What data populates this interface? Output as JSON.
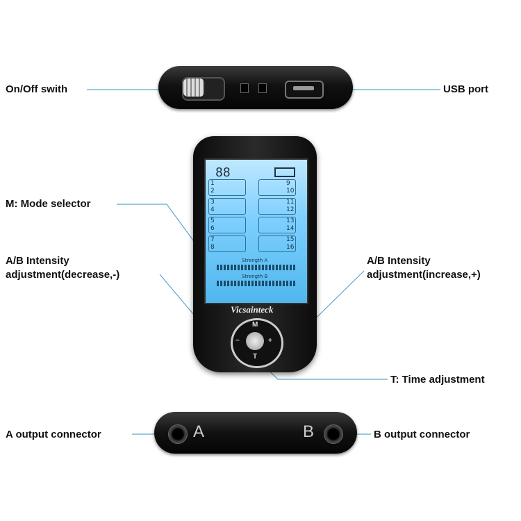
{
  "labels": {
    "on_off": "On/Off swith",
    "usb_port": "USB port",
    "mode_selector": "M: Mode selector",
    "intensity_decrease_1": "A/B Intensity",
    "intensity_decrease_2": "adjustment(decrease,-)",
    "intensity_increase_1": "A/B Intensity",
    "intensity_increase_2": "adjustment(increase,+)",
    "time_adjustment": "T: Time adjustment",
    "a_output": "A output connector",
    "b_output": "B output connector"
  },
  "device": {
    "brand": "Vicsainteck",
    "display_digits": "88",
    "button_m": "M",
    "button_t": "T",
    "button_minus": "−",
    "button_plus": "+",
    "strength_a": "Strength  A",
    "strength_b": "Strength  B",
    "jack_a": "A",
    "jack_b": "B",
    "modes_left": [
      "1",
      "2",
      "3",
      "4",
      "5",
      "6",
      "7",
      "8"
    ],
    "modes_right": [
      "9",
      "10",
      "11",
      "12",
      "13",
      "14",
      "15",
      "16"
    ]
  },
  "colors": {
    "screen_blue": "#7fd0ff",
    "device_black": "#111111",
    "leader_line": "#5aa9c8"
  }
}
